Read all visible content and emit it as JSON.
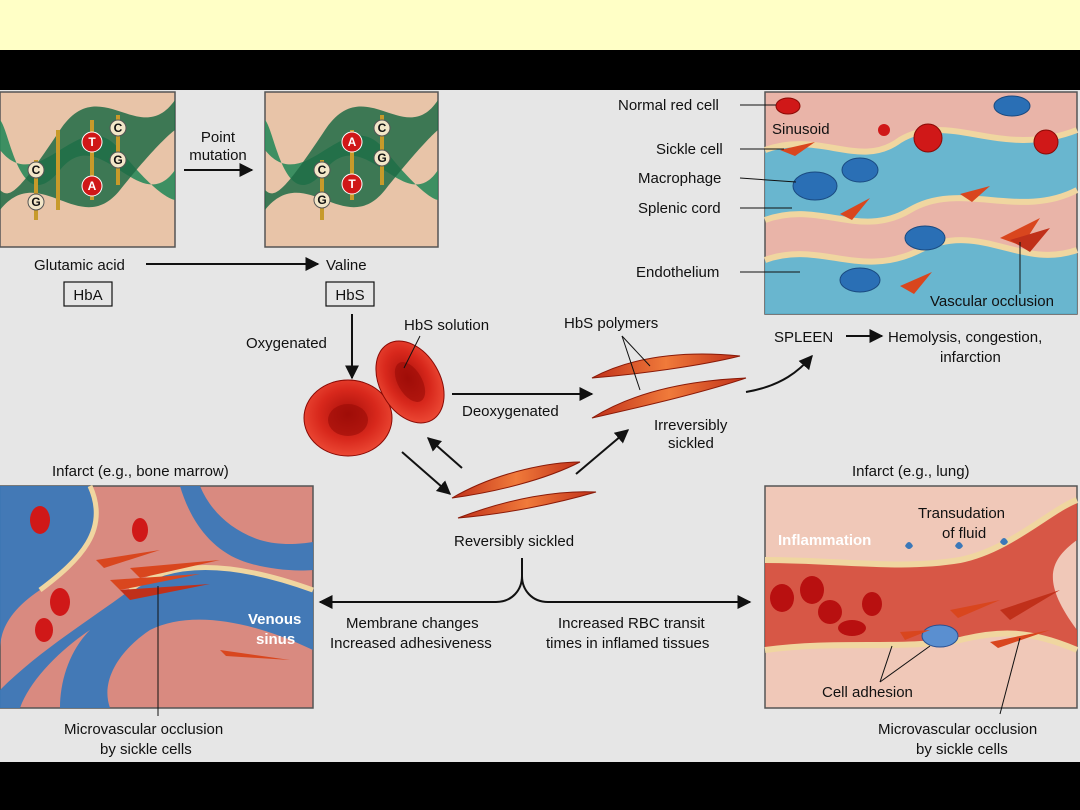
{
  "dna": {
    "left_bases": [
      "C",
      "G",
      "T",
      "A",
      "C",
      "G"
    ],
    "right_bases": [
      "C",
      "G",
      "A",
      "T",
      "C",
      "G"
    ],
    "point_mutation": [
      "Point",
      "mutation"
    ],
    "glutamic_acid": "Glutamic acid",
    "valine": "Valine",
    "hba": "HbA",
    "hbs": "HbS"
  },
  "center": {
    "oxygenated": "Oxygenated",
    "hbs_solution": "HbS solution",
    "hbs_polymers": "HbS polymers",
    "deoxygenated": "Deoxygenated",
    "irreversibly_sickled": [
      "Irreversibly",
      "sickled"
    ],
    "reversibly_sickled": "Reversibly sickled",
    "membrane_changes": [
      "Membrane changes",
      "Increased adhesiveness"
    ],
    "increased_transit": [
      "Increased RBC transit",
      "times in inflamed tissues"
    ]
  },
  "spleen": {
    "normal_red_cell": "Normal red cell",
    "sinusoid": "Sinusoid",
    "sickle_cell": "Sickle cell",
    "macrophage": "Macrophage",
    "splenic_cord": "Splenic cord",
    "endothelium": "Endothelium",
    "vascular_occlusion": "Vascular occlusion",
    "spleen_label": "SPLEEN",
    "outcome": [
      "Hemolysis, congestion,",
      "infarction"
    ]
  },
  "bone_marrow": {
    "title": "Infarct (e.g., bone marrow)",
    "venous_sinus": [
      "Venous",
      "sinus"
    ],
    "occlusion": [
      "Microvascular occlusion",
      "by sickle cells"
    ]
  },
  "lung": {
    "title": "Infarct (e.g., lung)",
    "inflammation": "Inflammation",
    "transudation": [
      "Transudation",
      "of fluid"
    ],
    "cell_adhesion": "Cell adhesion",
    "occlusion": [
      "Microvascular occlusion",
      "by sickle cells"
    ]
  },
  "colors": {
    "top_band": "#ffffc6",
    "background": "#e6e6e6",
    "red_cell": "#d4261c",
    "sickle": "#d9461e",
    "helix": "#2a8a5a",
    "tissue_pink": "#e9b4a8",
    "venous_blue": "#3b78b8",
    "spleen_blue": "#5bb6d3"
  }
}
